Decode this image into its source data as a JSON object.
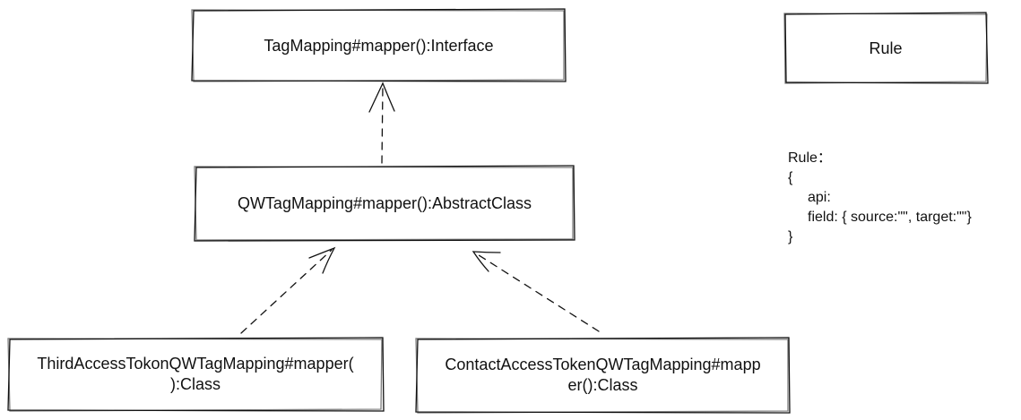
{
  "nodes": {
    "interface": {
      "label": "TagMapping#mapper():Interface"
    },
    "rule": {
      "label": "Rule"
    },
    "abstract_class": {
      "label": "QWTagMapping#mapper():AbstractClass"
    },
    "third_class": {
      "label": "ThirdAccessTokonQWTagMapping#mapper(\n):Class"
    },
    "contact_class": {
      "label": "ContactAccessTokenQWTagMapping#mapp\ner():Class"
    }
  },
  "note": {
    "title": "Rule：",
    "open_brace": "{",
    "api_line": "api:",
    "field_line": "field: { source:\"\", target:\"\"}",
    "close_brace": "}"
  },
  "edges": [
    {
      "from": "abstract_class",
      "to": "interface",
      "style": "dashed",
      "arrow": "open"
    },
    {
      "from": "third_class",
      "to": "abstract_class",
      "style": "dashed",
      "arrow": "open"
    },
    {
      "from": "contact_class",
      "to": "abstract_class",
      "style": "dashed",
      "arrow": "open"
    }
  ],
  "colors": {
    "stroke": "#111111",
    "background": "#ffffff"
  }
}
